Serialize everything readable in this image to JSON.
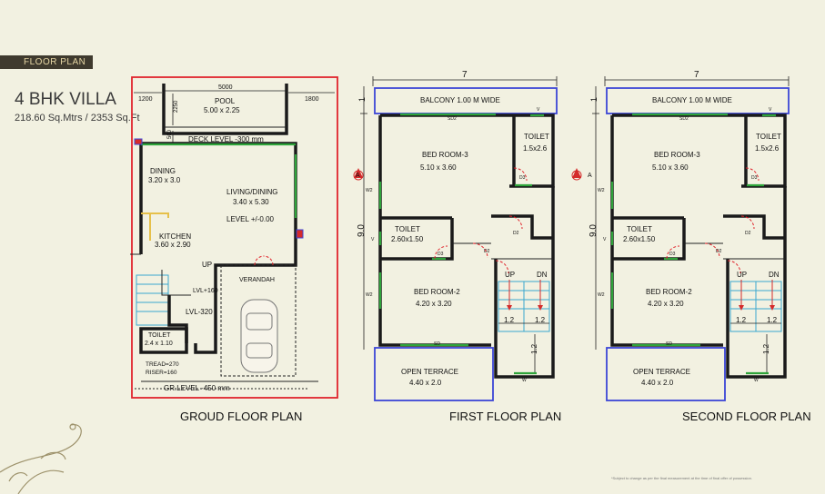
{
  "header": {
    "tag": "FLOOR PLAN",
    "title": "4 BHK VILLA",
    "subtitle": "218.60 Sq.Mtrs / 2353 Sq.Ft"
  },
  "ground": {
    "caption": "GROUD FLOOR PLAN",
    "dim_top": "5000",
    "dim_left": "1200",
    "dim_right": "1800",
    "dim_pool_side": "2250",
    "dim_small": "500",
    "pool_name": "POOL",
    "pool_size": "5.00 x 2.25",
    "deck": "DECK LEVEL -300 mm",
    "dining_name": "DINING",
    "dining_size": "3.20 x 3.0",
    "living_name": "LIVING/DINING",
    "living_size": "3.40 x 5.30",
    "level": "LEVEL +/-0.00",
    "kitchen_name": "KITCHEN",
    "kitchen_size": "3.60 x 2.90",
    "up": "UP",
    "lvl160": "LVL+160",
    "lvl320": "LVL-320",
    "verandah": "VERANDAH",
    "toilet_name": "TOILET",
    "toilet_size": "2.4 x 1.10",
    "tread": "TREAD=270",
    "riser": "RISER=160",
    "gr_level": "GR.LEVEL -450 mm"
  },
  "first": {
    "caption": "FIRST FLOOR PLAN",
    "dim_top": "7",
    "dim_side": "9.0",
    "dim_one": "1",
    "section": "A",
    "balcony": "BALCONY 1.00 M WIDE",
    "bed3_name": "BED ROOM-3",
    "bed3_size": "5.10 x 3.60",
    "toilet1_name": "TOILET",
    "toilet1_size": "1.5x2.6",
    "toilet2_name": "TOILET",
    "toilet2_size": "2.60x1.50",
    "bed2_name": "BED ROOM-2",
    "bed2_size": "4.20 x 3.20",
    "up": "UP",
    "dn": "DN",
    "s12a": "1.2",
    "s12b": "1.2",
    "s12c": "1.2",
    "terrace_name": "OPEN TERRACE",
    "terrace_size": "4.40 x 2.0",
    "sd": "SD",
    "sd2": "SD2",
    "w": "W",
    "w2": "W2",
    "v": "V",
    "d2": "D2",
    "d3": "D3"
  },
  "second": {
    "caption": "SECOND FLOOR PLAN",
    "dim_top": "7",
    "dim_side": "9.0",
    "dim_one": "1",
    "section": "A",
    "balcony": "BALCONY 1.00 M WIDE",
    "bed3_name": "BED ROOM-3",
    "bed3_size": "5.10 x 3.60",
    "toilet1_name": "TOILET",
    "toilet1_size": "1.5x2.6",
    "toilet2_name": "TOILET",
    "toilet2_size": "2.60x1.50",
    "bed2_name": "BED ROOM-2",
    "bed2_size": "4.20 x 3.20",
    "up": "UP",
    "dn": "DN",
    "s12a": "1.2",
    "s12b": "1.2",
    "s12c": "1.2",
    "terrace_name": "OPEN TERRACE",
    "terrace_size": "4.40 x 2.0",
    "sd": "SD",
    "sd2": "SD2",
    "w": "W",
    "w2": "W2",
    "v": "V",
    "d2": "D2",
    "d3": "D3"
  },
  "footnote": "*Subject to change as per the final measurement at the time of final offer of possession."
}
